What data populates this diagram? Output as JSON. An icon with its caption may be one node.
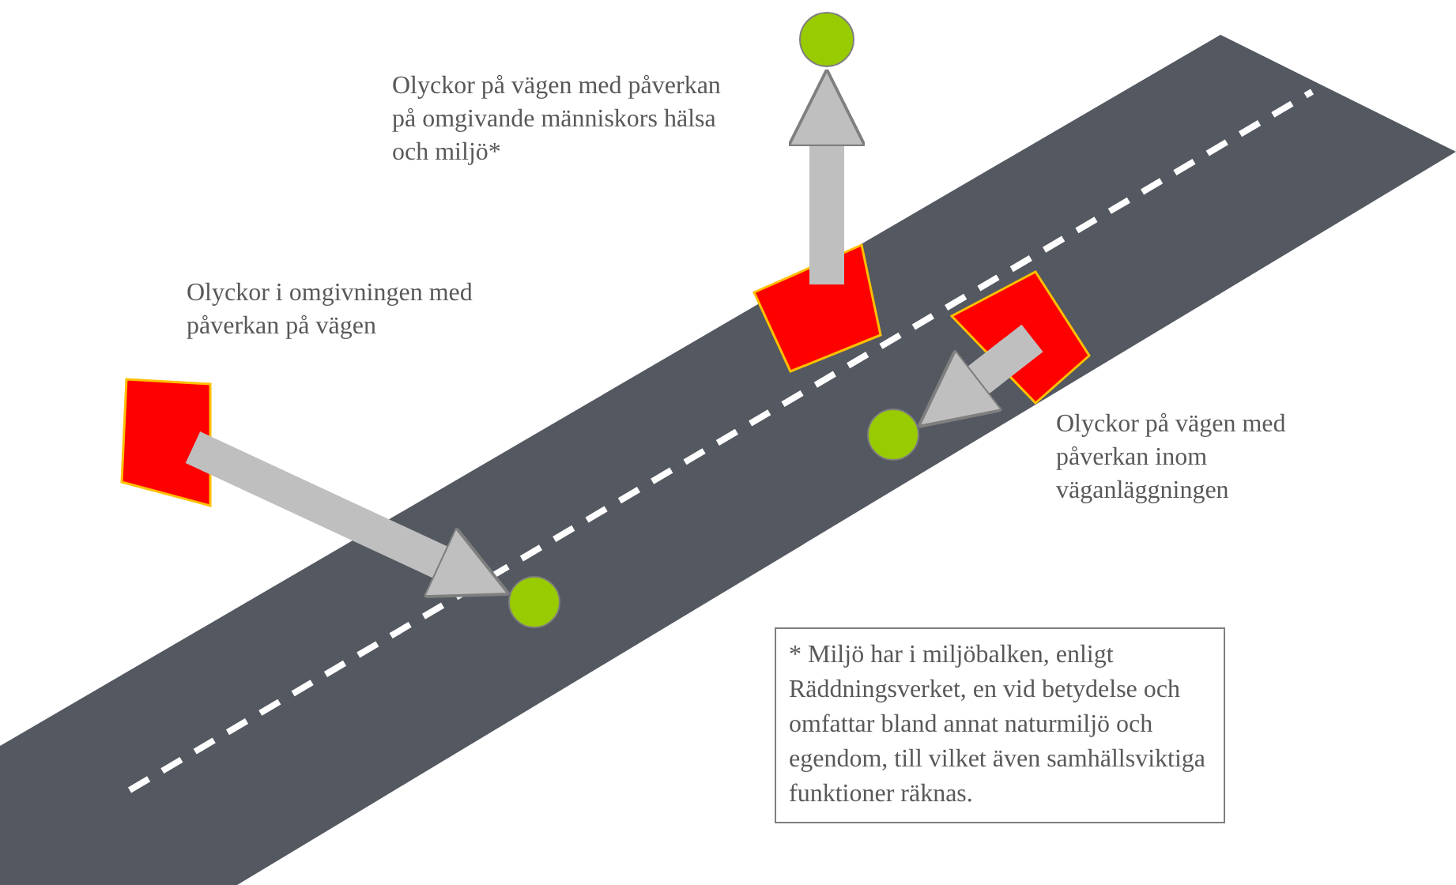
{
  "diagram": {
    "nodes": [
      {
        "text": [],
        "shape": "box",
        "beside": [
          "Olyckor i omgivningen med påverkan på vägen"
        ]
      },
      {
        "text": [],
        "shape": "circle"
      },
      {
        "text": [],
        "shape": "box"
      },
      {
        "text": [],
        "shape": "circle",
        "beside": [
          "Olyckor på vägen med påverkan på omgivande människors hälsa och miljö*"
        ]
      },
      {
        "text": [],
        "shape": "box",
        "beside": [
          "Olyckor på vägen med påverkan inom väganläggningen"
        ]
      },
      {
        "text": [],
        "shape": "circle"
      },
      {
        "text": [
          "* Miljö har i miljöbalken, enligt Räddningsverket, en vid betydelse och omfattar bland annat naturmiljö och egendom, till vilket även samhällsviktiga funktioner räknas."
        ]
      }
    ],
    "edges": [
      {
        "from": 0,
        "to": 1,
        "arrow": "to"
      },
      {
        "from": 2,
        "to": 3,
        "arrow": "to"
      },
      {
        "from": 4,
        "to": 5,
        "arrow": "to"
      }
    ]
  }
}
